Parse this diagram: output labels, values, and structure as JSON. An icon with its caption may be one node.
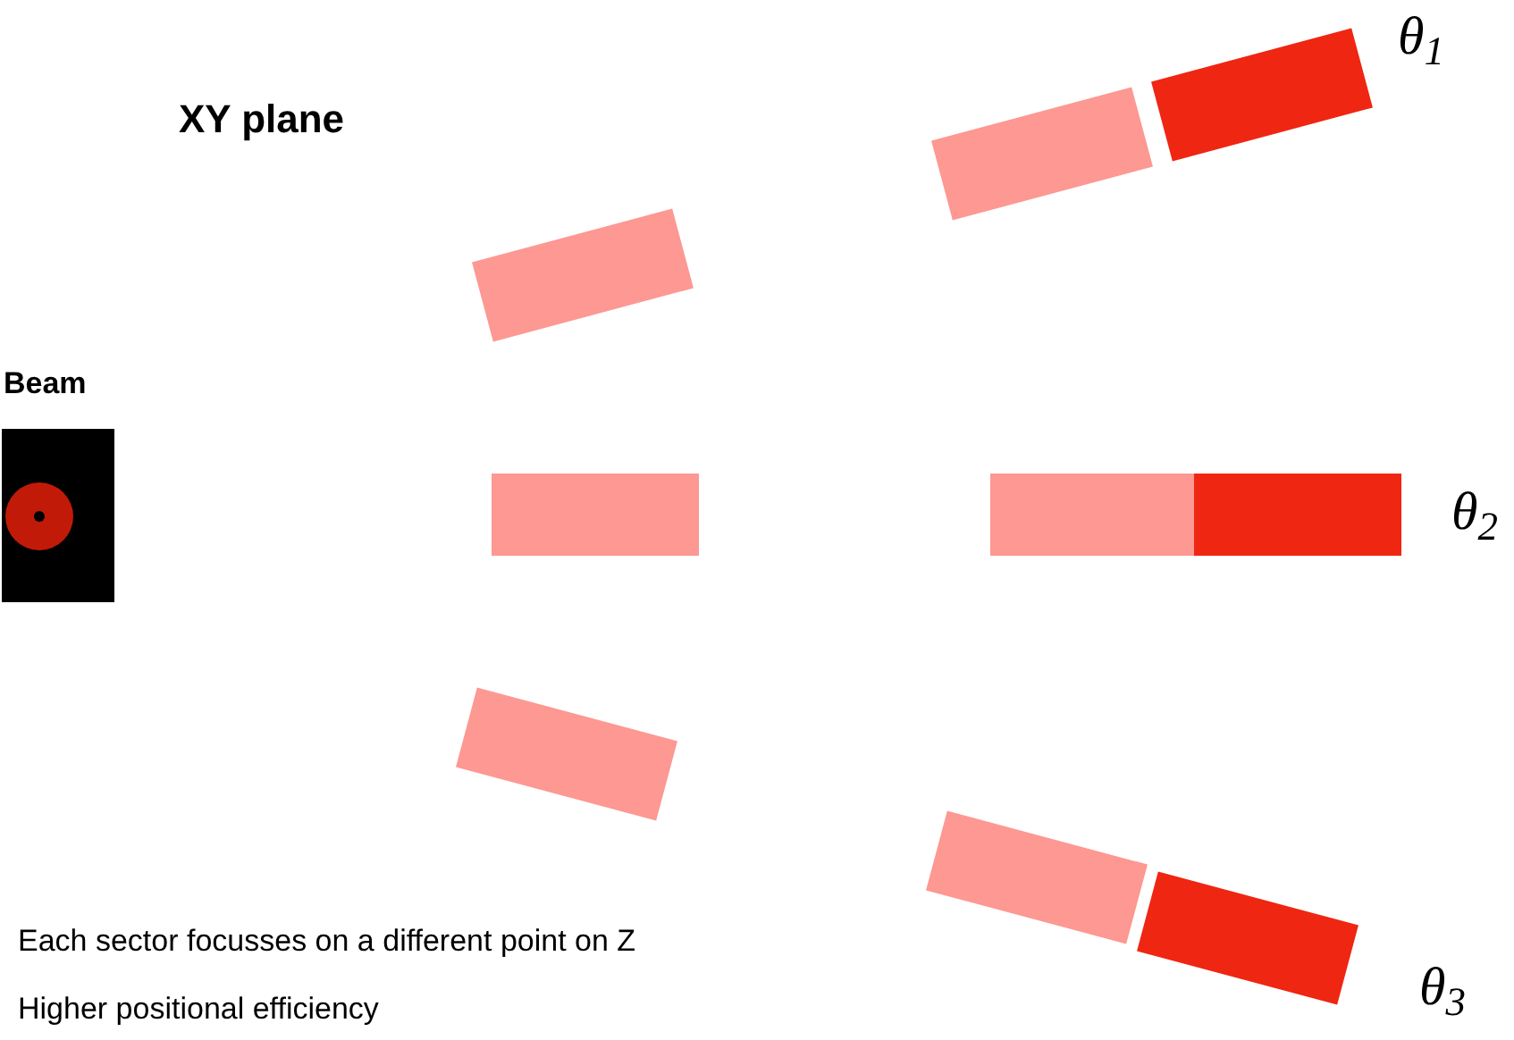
{
  "diagram": {
    "title": "XY plane",
    "labels": [
      "Beam",
      "θ$_{1}$",
      "θ$_{2}$",
      "θ$_{3}$",
      "Each sector focusses on a different point on Z",
      "Higher positional efficiency"
    ]
  }
}
